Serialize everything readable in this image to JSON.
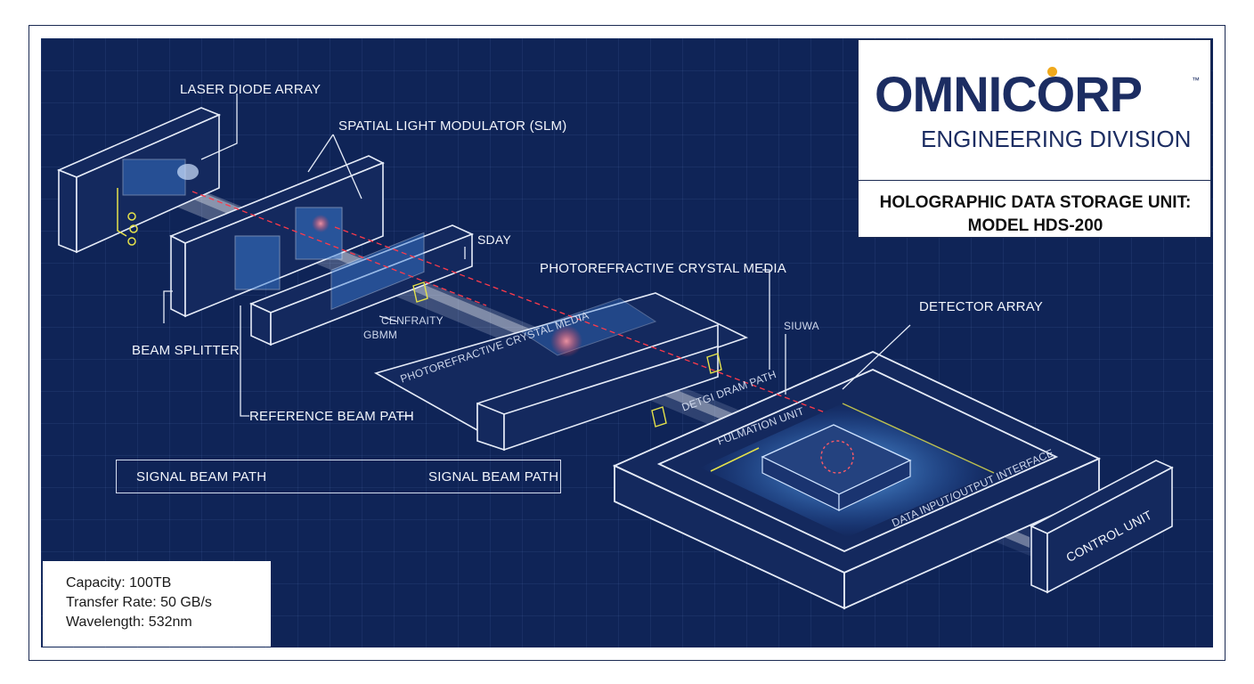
{
  "brand": {
    "name": "OMNICORP",
    "trademark": "™",
    "division": "ENGINEERING DIVISION",
    "accent_color": "#f0a91c",
    "brand_color": "#1c2d62"
  },
  "title": {
    "line1": "HOLOGRAPHIC DATA STORAGE UNIT:",
    "line2": "MODEL HDS-200"
  },
  "labels": {
    "laser_diode_array": "LASER DIODE ARRAY",
    "slm": "SPATIAL LIGHT MODULATOR (SLM)",
    "sday": "SDAY",
    "crystal_media": "PHOTOREFRACTIVE CRYSTAL MEDIA",
    "crystal_media_on_stage": "PHOTOREFRACTIVE CRYSTAL MEDIA",
    "centrality": "CENFRAITY",
    "gbmm": "GBMM",
    "beam_splitter": "BEAM SPLITTER",
    "reference_beam_path": "REFERENCE BEAM PATH",
    "signal_beam_path_left": "SIGNAL BEAM PATH",
    "signal_beam_path_right": "SIGNAL BEAM PATH",
    "detector_array": "DETECTOR ARRAY",
    "siuwa": "SIUWA",
    "dram_path": "DETGI DRAM PATH",
    "fulmation_unit": "FULMATION UNIT",
    "data_interface": "DATA INPUT/OUTPUT INTERFACE",
    "control_unit": "CONTROL UNIT"
  },
  "specs": [
    "Capacity: 100TB",
    "Transfer Rate: 50 GB/s",
    "Wavelength: 532nm"
  ],
  "colors": {
    "background": "#0f2457",
    "line": "#dfe6f5",
    "beam": "#e8f0ff",
    "laser": "#ff3a4a",
    "accent": "#e6e34a",
    "glow": "#4aa6ff"
  }
}
